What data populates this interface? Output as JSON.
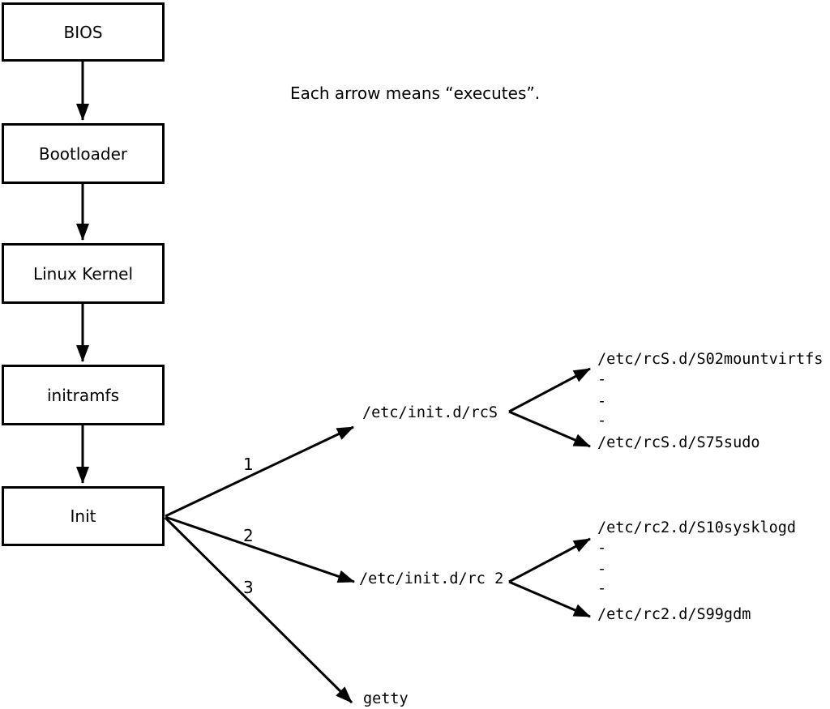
{
  "note": "Each arrow means “executes”.",
  "flow_boxes": [
    {
      "label": "BIOS"
    },
    {
      "label": "Bootloader"
    },
    {
      "label": "Linux Kernel"
    },
    {
      "label": "initramfs"
    },
    {
      "label": "Init"
    }
  ],
  "init_branches": [
    {
      "number": "1",
      "target": "/etc/init.d/rcS",
      "children": [
        "/etc/rcS.d/S02mountvirtfs",
        "-",
        "-",
        "-",
        "/etc/rcS.d/S75sudo"
      ]
    },
    {
      "number": "2",
      "target": "/etc/init.d/rc 2",
      "children": [
        "/etc/rc2.d/S10sysklogd",
        "-",
        "-",
        "-",
        "/etc/rc2.d/S99gdm"
      ]
    },
    {
      "number": "3",
      "target": "getty",
      "children": []
    }
  ],
  "colors": {
    "line": "#000000",
    "background": "#ffffff",
    "box_fill": "#ffffff"
  }
}
